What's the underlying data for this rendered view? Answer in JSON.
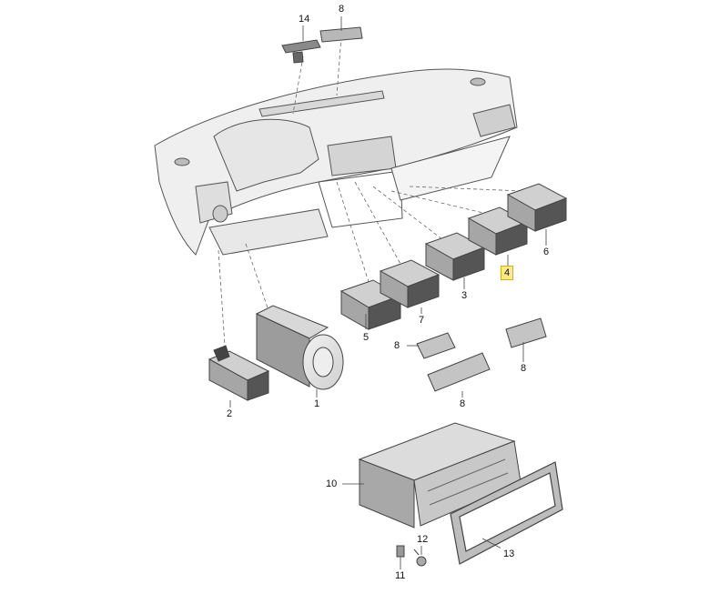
{
  "diagram": {
    "callouts": {
      "c1": "1",
      "c2": "2",
      "c3": "3",
      "c4": "4",
      "c5": "5",
      "c6": "6",
      "c7": "7",
      "c8_top": "8",
      "c8_a": "8",
      "c8_b": "8",
      "c8_c": "8",
      "c10": "10",
      "c11": "11",
      "c12": "12",
      "c13": "13",
      "c14": "14"
    },
    "highlighted_callout": "4",
    "colors": {
      "line": "#444444",
      "part_fill": "#e2e2e2",
      "part_dark": "#9a9a9a",
      "highlight": "#ffe98a"
    }
  }
}
